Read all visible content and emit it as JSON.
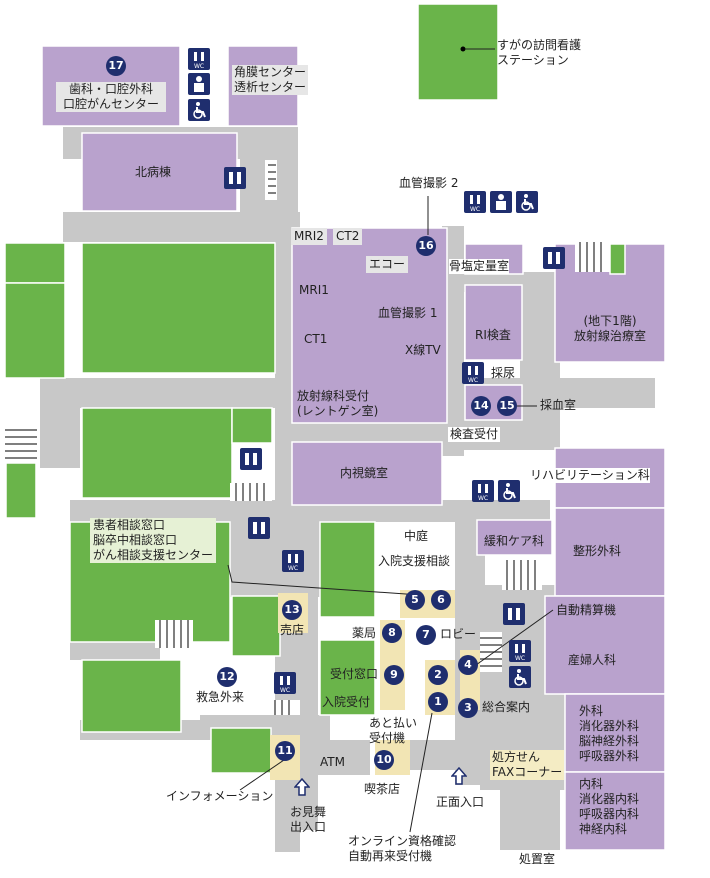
{
  "colors": {
    "building": "#b9a2cd",
    "garden": "#6ab44a",
    "corridor": "#c8c8c8",
    "green_light": "#96ca5c",
    "tan": "#f2e5b4",
    "icon": "#1f2e6e"
  },
  "markers": {
    "m1": "1",
    "m2": "2",
    "m3": "3",
    "m4": "4",
    "m5": "5",
    "m6": "6",
    "m7": "7",
    "m8": "8",
    "m9": "9",
    "m10": "10",
    "m11": "11",
    "m12": "12",
    "m13": "13",
    "m14": "14",
    "m15": "15",
    "m16": "16",
    "m17": "17"
  },
  "labels": {
    "suga_station": "すがの訪問看護\nステーション",
    "dental": "歯科・口腔外科\n口腔がんセンター",
    "cornea": "角膜センター\n透析センター",
    "north_ward": "北病棟",
    "angio2": "血管撮影 2",
    "mri2": "MRI2",
    "ct2": "CT2",
    "echo": "エコー",
    "bone": "骨塩定量室",
    "mri1": "MRI1",
    "angio1": "血管撮影 1",
    "ct1": "CT1",
    "xray_tv": "X線TV",
    "radiology_reception": "放射線科受付\n(レントゲン室)",
    "ri": "RI検査",
    "urine": "採尿",
    "blood": "採血室",
    "basement_rad": "(地下1階)\n放射線治療室",
    "exam_reception": "検査受付",
    "endoscopy": "内視鏡室",
    "rehab": "リハビリテーション科",
    "consult": "患者相談窓口\n脳卒中相談窓口\nがん相談支援センター",
    "courtyard": "中庭",
    "admission_consult": "入院支援相談",
    "palliative": "緩和ケア科",
    "orthopedics": "整形外科",
    "shop": "売店",
    "pharmacy": "薬局",
    "lobby": "ロビー",
    "auto_pay": "自動精算機",
    "obgyn": "産婦人科",
    "reception_window": "受付窓口",
    "admission_reception": "入院受付",
    "emergency": "救急外来",
    "deferred_pay": "あと払い\n受付機",
    "general_info": "総合案内",
    "surgery": "外科\n消化器外科\n脳神経外科\n呼吸器外科",
    "rx_fax": "処方せん\nFAXコーナー",
    "internal": "内科\n消化器内科\n呼吸器内科\n神経内科",
    "atm": "ATM",
    "cafe": "喫茶店",
    "information": "インフォメーション",
    "visitor_entrance": "お見舞\n出入口",
    "main_entrance": "正面入口",
    "online_check": "オンライン資格確認\n自動再来受付機",
    "treatment": "処置室"
  },
  "icons": [
    "restroom-icon",
    "nursing-room-icon",
    "wheelchair-icon",
    "elevator-icon"
  ]
}
